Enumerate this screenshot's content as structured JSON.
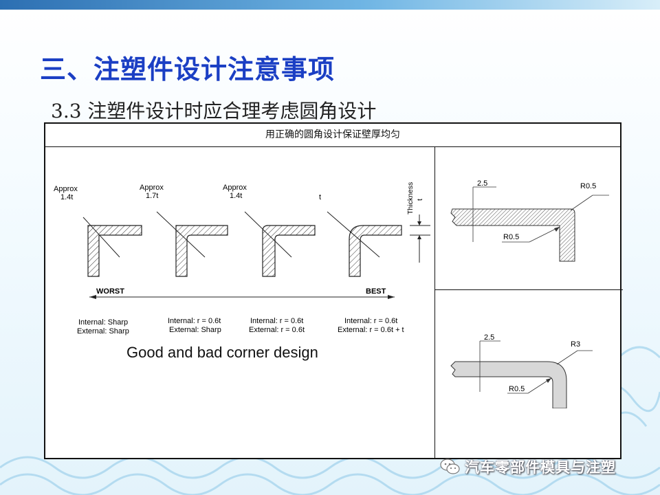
{
  "slide": {
    "title": "三、注塑件设计注意事项",
    "subtitle": "3.3 注塑件设计时应合理考虑圆角设计"
  },
  "table": {
    "header": "用正确的圆角设计保证壁厚均匀"
  },
  "left_figure": {
    "corner_labels": [
      {
        "line1": "Approx",
        "line2": "1.4t"
      },
      {
        "line1": "Approx",
        "line2": "1.7t"
      },
      {
        "line1": "Approx",
        "line2": "1.4t"
      },
      {
        "line1": "t",
        "line2": ""
      }
    ],
    "thickness_label": "Thickness",
    "thickness_symbol": "t",
    "scale_left": "WORST",
    "scale_right": "BEST",
    "descriptions": [
      {
        "internal": "Internal: Sharp",
        "external": "External: Sharp"
      },
      {
        "internal": "Internal: r = 0.6t",
        "external": "External: Sharp"
      },
      {
        "internal": "Internal: r = 0.6t",
        "external": "External: r = 0.6t"
      },
      {
        "internal": "Internal: r = 0.6t",
        "external": "External: r = 0.6t + t"
      }
    ],
    "caption": "Good and bad corner design"
  },
  "right_top_figure": {
    "dim_thickness": "2.5",
    "outer_radius": "R0.5",
    "inner_radius": "R0.5"
  },
  "right_bottom_figure": {
    "dim_thickness": "2.5",
    "outer_radius": "R3",
    "inner_radius": "R0.5"
  },
  "watermark": {
    "text": "汽车零部件模具与注塑",
    "icon": "wechat-icon"
  }
}
